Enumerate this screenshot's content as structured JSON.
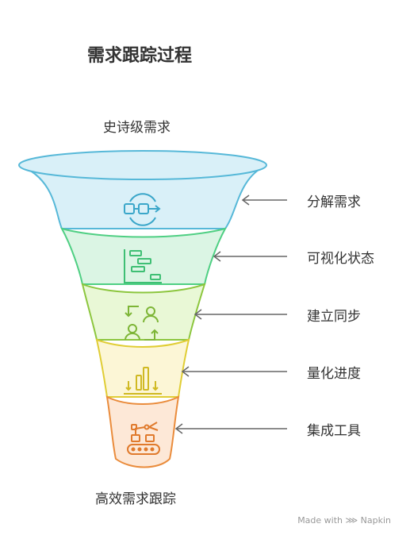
{
  "title": "需求跟踪过程",
  "top_label": "史诗级需求",
  "bottom_label": "高效需求跟踪",
  "steps": [
    {
      "label": "分解需求",
      "icon": "decompose-icon",
      "fill": "#d9f0f8",
      "stroke": "#56b8d8"
    },
    {
      "label": "可视化状态",
      "icon": "gantt-icon",
      "fill": "#dbf5e4",
      "stroke": "#4fcf83"
    },
    {
      "label": "建立同步",
      "icon": "sync-users-icon",
      "fill": "#e9f8d6",
      "stroke": "#8cc63e"
    },
    {
      "label": "量化进度",
      "icon": "bar-chart-icon",
      "fill": "#fcf6d6",
      "stroke": "#e0cd35"
    },
    {
      "label": "集成工具",
      "icon": "conveyor-robot-icon",
      "fill": "#fde8d7",
      "stroke": "#ea8c3c"
    }
  ],
  "footer": "Made with ⋙ Napkin"
}
